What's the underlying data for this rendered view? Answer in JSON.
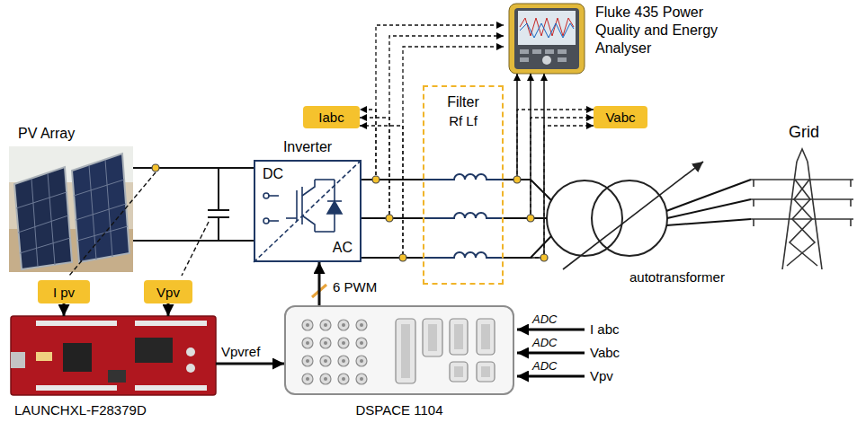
{
  "diagram": {
    "nodes": [
      {
        "text": [
          "Fluke 435 Power Quality and Energy Analyser"
        ]
      },
      {
        "text": [
          "Iabc"
        ]
      },
      {
        "text": [
          "Vabc"
        ]
      },
      {
        "text": [
          "PV Array"
        ]
      },
      {
        "text": [
          "Inverter",
          "DC",
          "AC"
        ]
      },
      {
        "text": [
          "Filter",
          "Rf Lf"
        ]
      },
      {
        "text": [
          "Grid"
        ]
      },
      {
        "text": [
          "autotransformer"
        ]
      },
      {
        "text": [
          "I pv"
        ]
      },
      {
        "text": [
          "Vpv"
        ]
      },
      {
        "text": [
          "LAUNCHXL-F28379D"
        ]
      },
      {
        "text": [
          "DSPACE 1104"
        ]
      }
    ],
    "edges": [
      {
        "from": 3,
        "to": 4,
        "arrow": "none"
      },
      {
        "from": 4,
        "to": 5,
        "arrow": "none"
      },
      {
        "from": 5,
        "to": 7,
        "arrow": "none"
      },
      {
        "from": 7,
        "to": 6,
        "arrow": "none"
      },
      {
        "from": 4,
        "to": 1,
        "arrow": "to"
      },
      {
        "from": 4,
        "to": 0,
        "arrow": "to"
      },
      {
        "from": 5,
        "to": 2,
        "arrow": "to"
      },
      {
        "from": 5,
        "to": 0,
        "arrow": "to"
      },
      {
        "from": 8,
        "to": 10,
        "arrow": "to"
      },
      {
        "from": 9,
        "to": 10,
        "arrow": "to"
      },
      {
        "from": 10,
        "to": 11,
        "arrow": "to",
        "label": "Vpvref"
      },
      {
        "from": 11,
        "to": 4,
        "arrow": "to",
        "label": "6 PWM"
      }
    ],
    "labels": [
      "ADC",
      "I abc",
      "ADC",
      "Vabc",
      "ADC",
      "Vpv"
    ]
  }
}
